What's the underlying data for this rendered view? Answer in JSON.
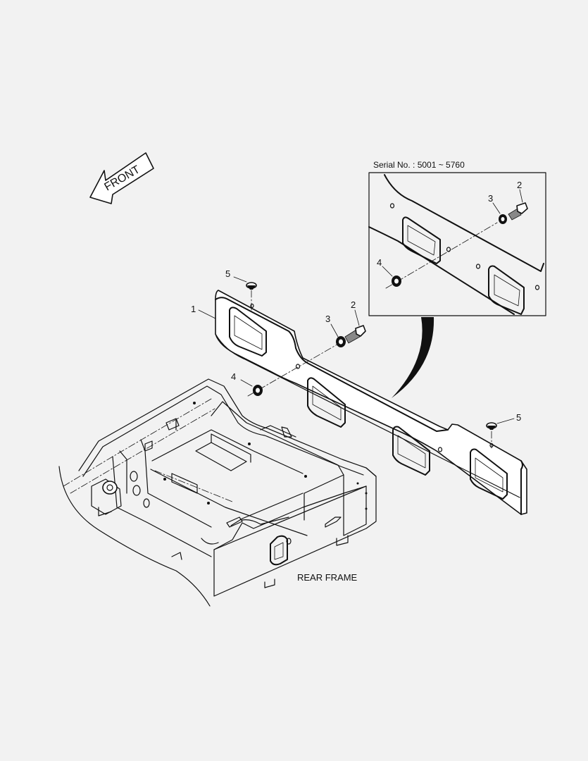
{
  "labels": {
    "front": "FRONT",
    "serial": "Serial No. : 5001 ~ 5760",
    "rear_frame": "REAR FRAME"
  },
  "callouts": {
    "main_1": "1",
    "main_2": "2",
    "main_3": "3",
    "main_4": "4",
    "main_5a": "5",
    "main_5b": "5",
    "inset_2": "2",
    "inset_3": "3",
    "inset_4": "4"
  },
  "colors": {
    "line": "#111111",
    "background": "#f2f2f2",
    "fill": "#ffffff"
  }
}
